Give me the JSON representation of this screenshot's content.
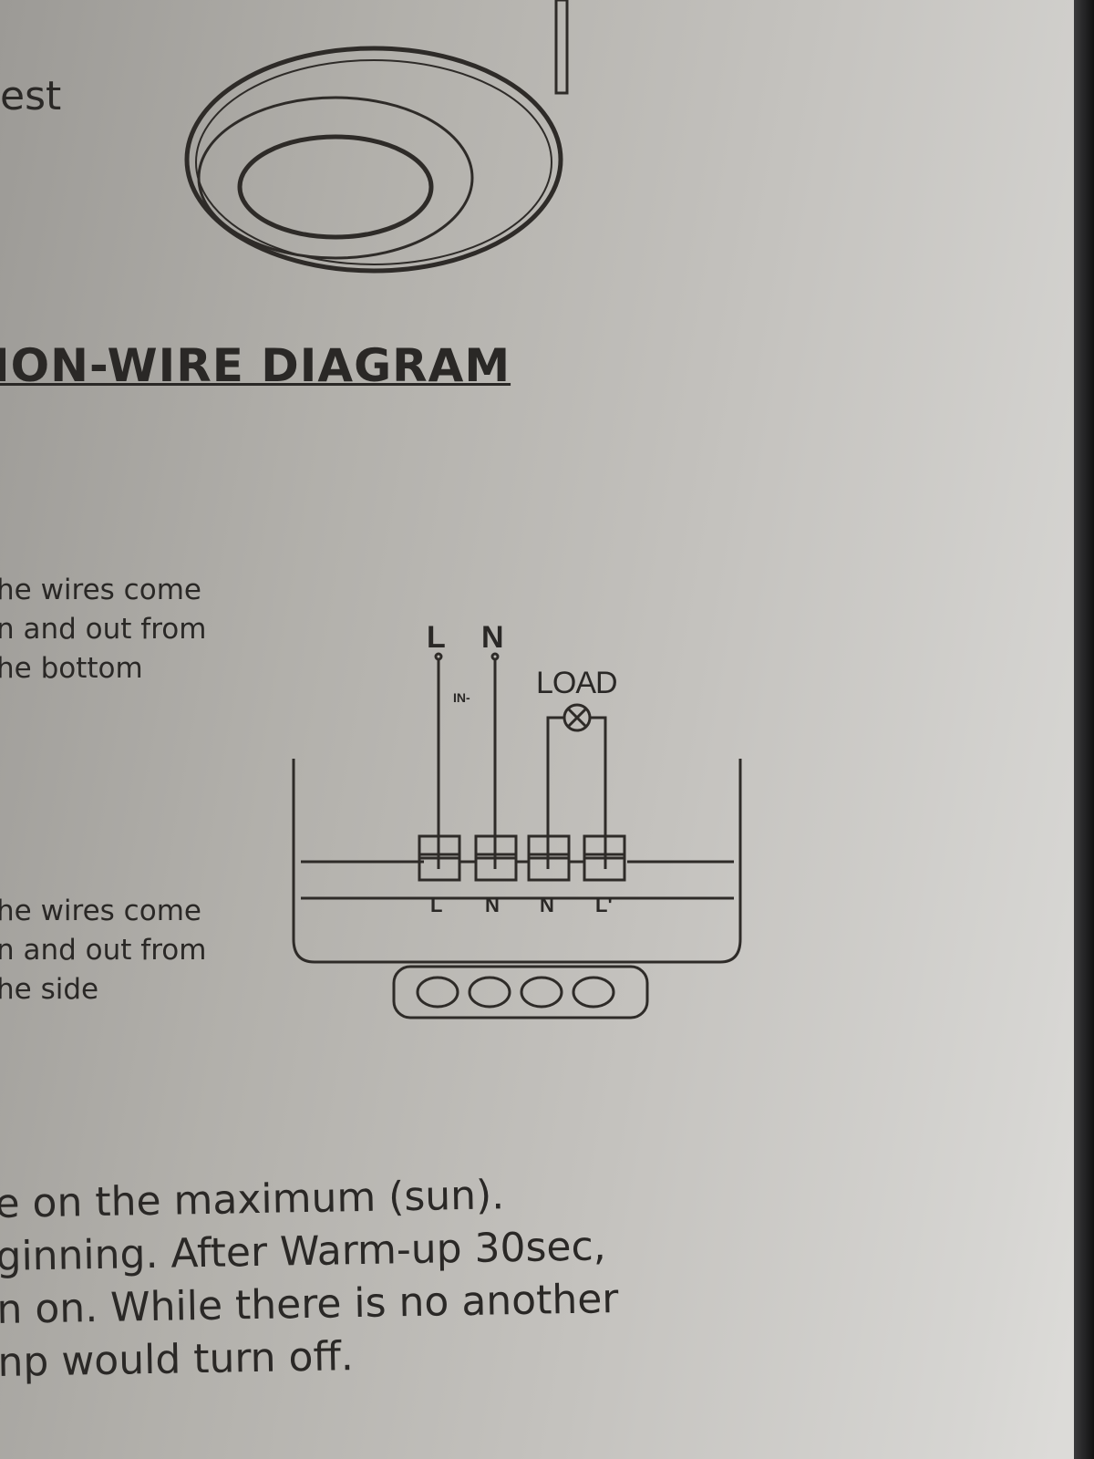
{
  "top_fragment": "est",
  "heading": "ION-WIRE DIAGRAM",
  "option_bottom": [
    "he wires come",
    "n and out from",
    "he bottom"
  ],
  "option_side": [
    "he wires come",
    "n and out from",
    "he side"
  ],
  "diagram": {
    "top_labels": [
      "L",
      "N"
    ],
    "in_label": "IN-",
    "load_label": "LOAD",
    "terminal_labels": [
      "L",
      "N",
      "N",
      "L'"
    ]
  },
  "instructions": [
    "e on the maximum (sun).",
    "ginning. After Warm-up 30sec,",
    "n on. While there is no another",
    "np would turn off."
  ]
}
